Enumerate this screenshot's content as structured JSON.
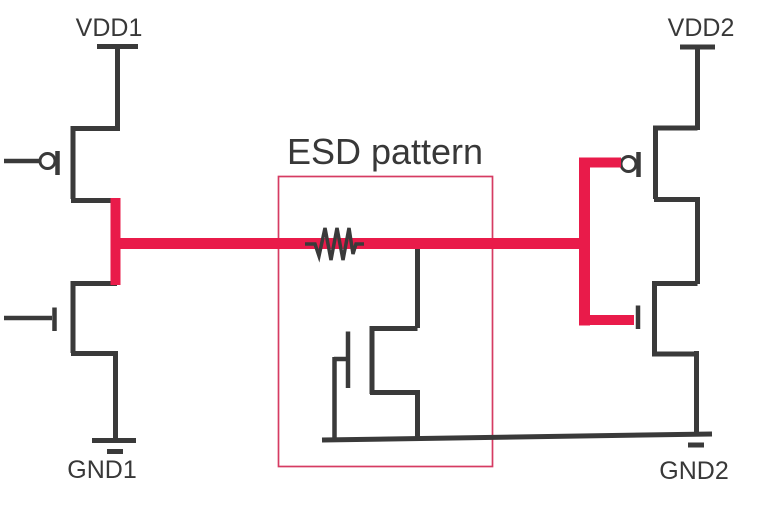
{
  "diagram": {
    "esd_title": "ESD pattern",
    "ports": {
      "vdd1": "VDD1",
      "gnd1": "GND1",
      "vdd2": "VDD2",
      "gnd2": "GND2"
    },
    "colors": {
      "background": "#ffffff",
      "circuit": "#3a3a3a",
      "text": "#383838",
      "net": "#e91b4a",
      "box_outline": "#d63b62"
    }
  }
}
